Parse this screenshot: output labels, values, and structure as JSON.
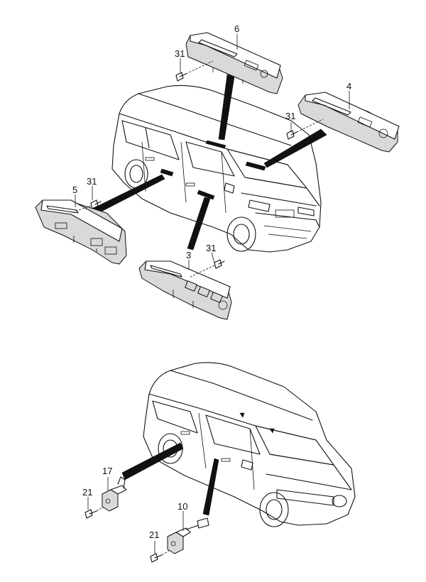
{
  "callouts": {
    "c6": "6",
    "c31_a": "31",
    "c4": "4",
    "c31_b": "31",
    "c31_c": "31",
    "c5": "5",
    "c3": "3",
    "c31_d": "31",
    "c17": "17",
    "c21_a": "21",
    "c10": "10",
    "c21_b": "21"
  },
  "colors": {
    "ink": "#111111",
    "panel_fill": "#d9d9d9",
    "background": "#ffffff"
  }
}
